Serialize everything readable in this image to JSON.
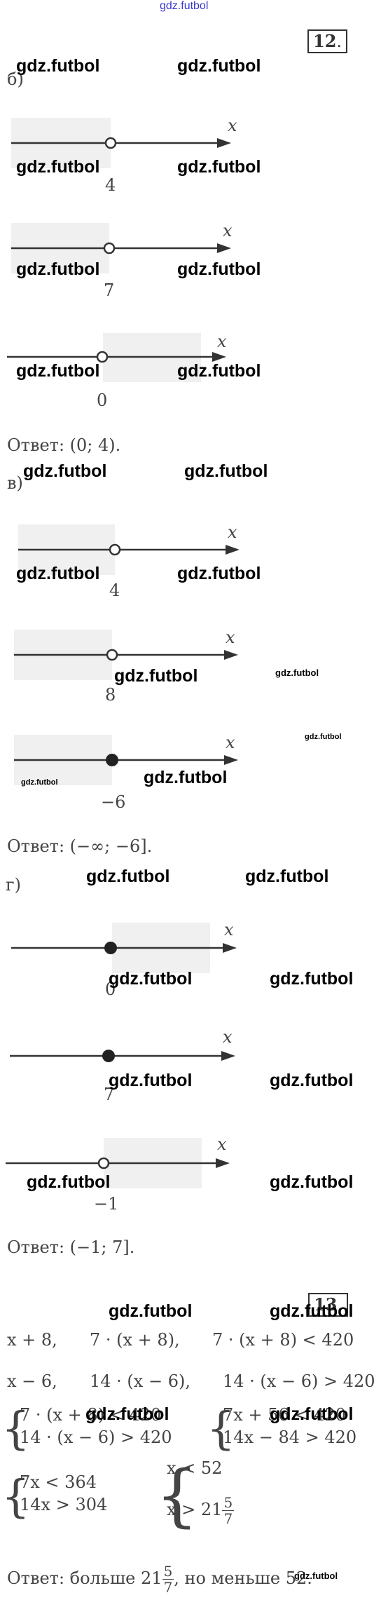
{
  "header_watermark": "gdz.futbol",
  "watermark": "gdz.futbol",
  "problem12": {
    "number": "12",
    "sections": [
      {
        "label": "б)",
        "lines": [
          {
            "point": "4",
            "open": true,
            "x_label": "x"
          },
          {
            "point": "7",
            "open": true,
            "x_label": "x"
          },
          {
            "point": "0",
            "open": true,
            "x_label": "x"
          }
        ],
        "answer": "Ответ: (0; 4)."
      },
      {
        "label": "в)",
        "lines": [
          {
            "point": "4",
            "open": true,
            "x_label": "x"
          },
          {
            "point": "8",
            "open": true,
            "x_label": "x"
          },
          {
            "point": "−6",
            "open": false,
            "x_label": "x"
          }
        ],
        "answer": "Ответ: (−∞; −6]."
      },
      {
        "label": "г)",
        "lines": [
          {
            "point": "0",
            "open": false,
            "x_label": "x"
          },
          {
            "point": "7",
            "open": false,
            "x_label": "x"
          },
          {
            "point": "−1",
            "open": true,
            "x_label": "x"
          }
        ],
        "answer": "Ответ: (−1; 7]."
      }
    ]
  },
  "problem13": {
    "number": "13",
    "row1": [
      "x + 8,",
      "7 · (x + 8),",
      "7 · (x + 8) < 420"
    ],
    "row2": [
      "x − 6,",
      "14 · (x − 6),",
      "14 · (x − 6) > 420"
    ],
    "system1": [
      "7 · (x + 8) < 420",
      "14 · (x − 6) > 420"
    ],
    "system2": [
      "7x + 56 < 420",
      "14x − 84 > 420"
    ],
    "system3": [
      "7x < 364",
      "14x > 304"
    ],
    "system4_line1": "x < 52",
    "system4_line2_prefix": "x > 21",
    "frac_num": "5",
    "frac_den": "7",
    "answer_prefix": "Ответ: больше 21",
    "answer_suffix": ", но меньше 52."
  }
}
